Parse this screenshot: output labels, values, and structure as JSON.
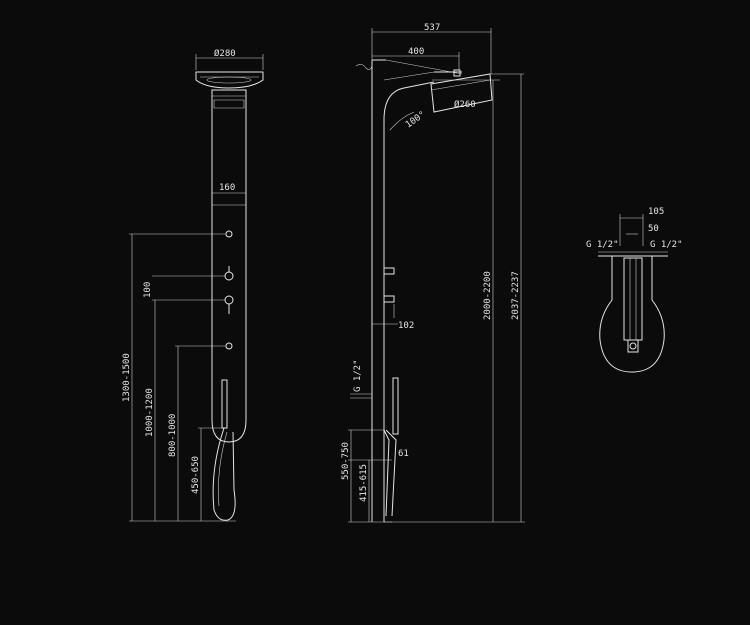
{
  "colors": {
    "background": "#0b0b0b",
    "line": "#e6e6e6"
  },
  "front_view": {
    "head_diameter": "Ø280",
    "panel_width": "160",
    "spacing": "100",
    "heights": [
      "1300-1500",
      "1000-1200",
      "800-1000",
      "450-650"
    ]
  },
  "side_view": {
    "overall_depth": "537",
    "arm_length": "400",
    "head_diameter": "Ø260",
    "tilt_angle": "100°",
    "panel_depth": "102",
    "inlet_thread": "G 1/2\"",
    "lower_heights": [
      "550-750",
      "415-615"
    ],
    "spout_dim": "61",
    "panel_height": "2000-2200",
    "total_height": "2037-2237"
  },
  "top_view": {
    "outer_width": "105",
    "inner_width": "50",
    "inlet_left": "G 1/2\"",
    "inlet_right": "G 1/2\""
  }
}
